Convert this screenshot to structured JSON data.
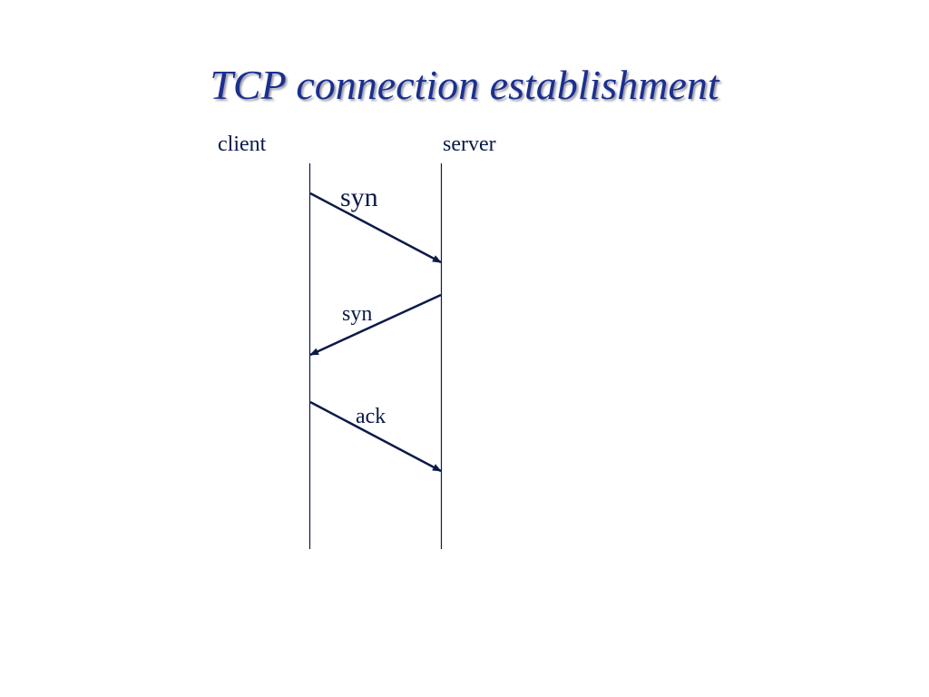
{
  "slide": {
    "title": "TCP connection establishment"
  },
  "diagram": {
    "parties": {
      "client": "client",
      "server": "server"
    },
    "messages": [
      {
        "label": "syn",
        "from": "client",
        "to": "server"
      },
      {
        "label": "syn",
        "from": "server",
        "to": "client"
      },
      {
        "label": "ack",
        "from": "client",
        "to": "server"
      }
    ]
  },
  "colors": {
    "title": "#1b2f8f",
    "lines": "#0b1a48"
  }
}
